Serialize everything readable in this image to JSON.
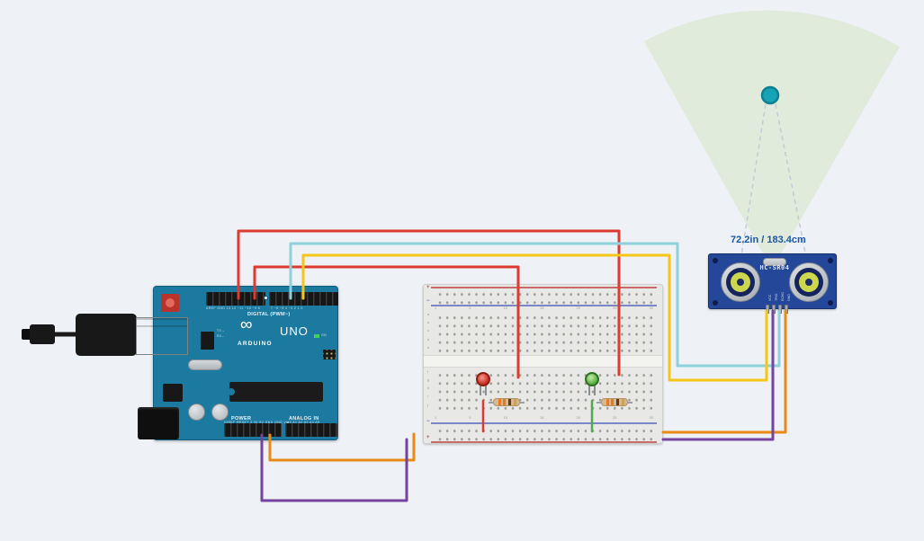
{
  "app": {
    "background": "#eef1f5"
  },
  "measurement": {
    "distance_label": "72.2in / 183.4cm"
  },
  "target": {
    "color": "#15a4b6"
  },
  "cone": {
    "color": "#dcead6"
  },
  "sensor": {
    "label": "HC-SR04",
    "pins": [
      "VCC",
      "TRIG",
      "ECHO",
      "GND"
    ],
    "board_color": "#24479a"
  },
  "arduino": {
    "brand": "ARDUINO",
    "model": "UNO",
    "logo": "∞",
    "digital_label": "DIGITAL (PWM~)",
    "power_label": "POWER",
    "analog_label": "ANALOG IN",
    "on_label": "ON",
    "tx_label": "TX→",
    "rx_label": "RX←",
    "digital_pins_left": "AREF GND 13 12 ~11 ~10 ~9 8",
    "digital_pins_right": "7 ~6 ~5 4 ~3 2 1 0",
    "power_pins": "IOREF RESET 3.3V 5V GND GND Vin",
    "analog_pins": "A0 A1 A2 A3 A4 A5",
    "board_color": "#1c7aa0"
  },
  "breadboard": {
    "numbers": [
      "1",
      "5",
      "10",
      "15",
      "20",
      "25",
      "30"
    ],
    "letters_upper": [
      "a",
      "b",
      "c",
      "d",
      "e"
    ],
    "letters_lower": [
      "f",
      "g",
      "h",
      "i",
      "j"
    ],
    "plus": "+",
    "minus": "−"
  },
  "wires": {
    "red": "#dd3b30",
    "yellow": "#f5c518",
    "cyan": "#8ed1dc",
    "orange": "#e98a15",
    "purple": "#7443a0",
    "green_jumper": "#55a84f",
    "dashed_guide": "#c3ccd3"
  }
}
